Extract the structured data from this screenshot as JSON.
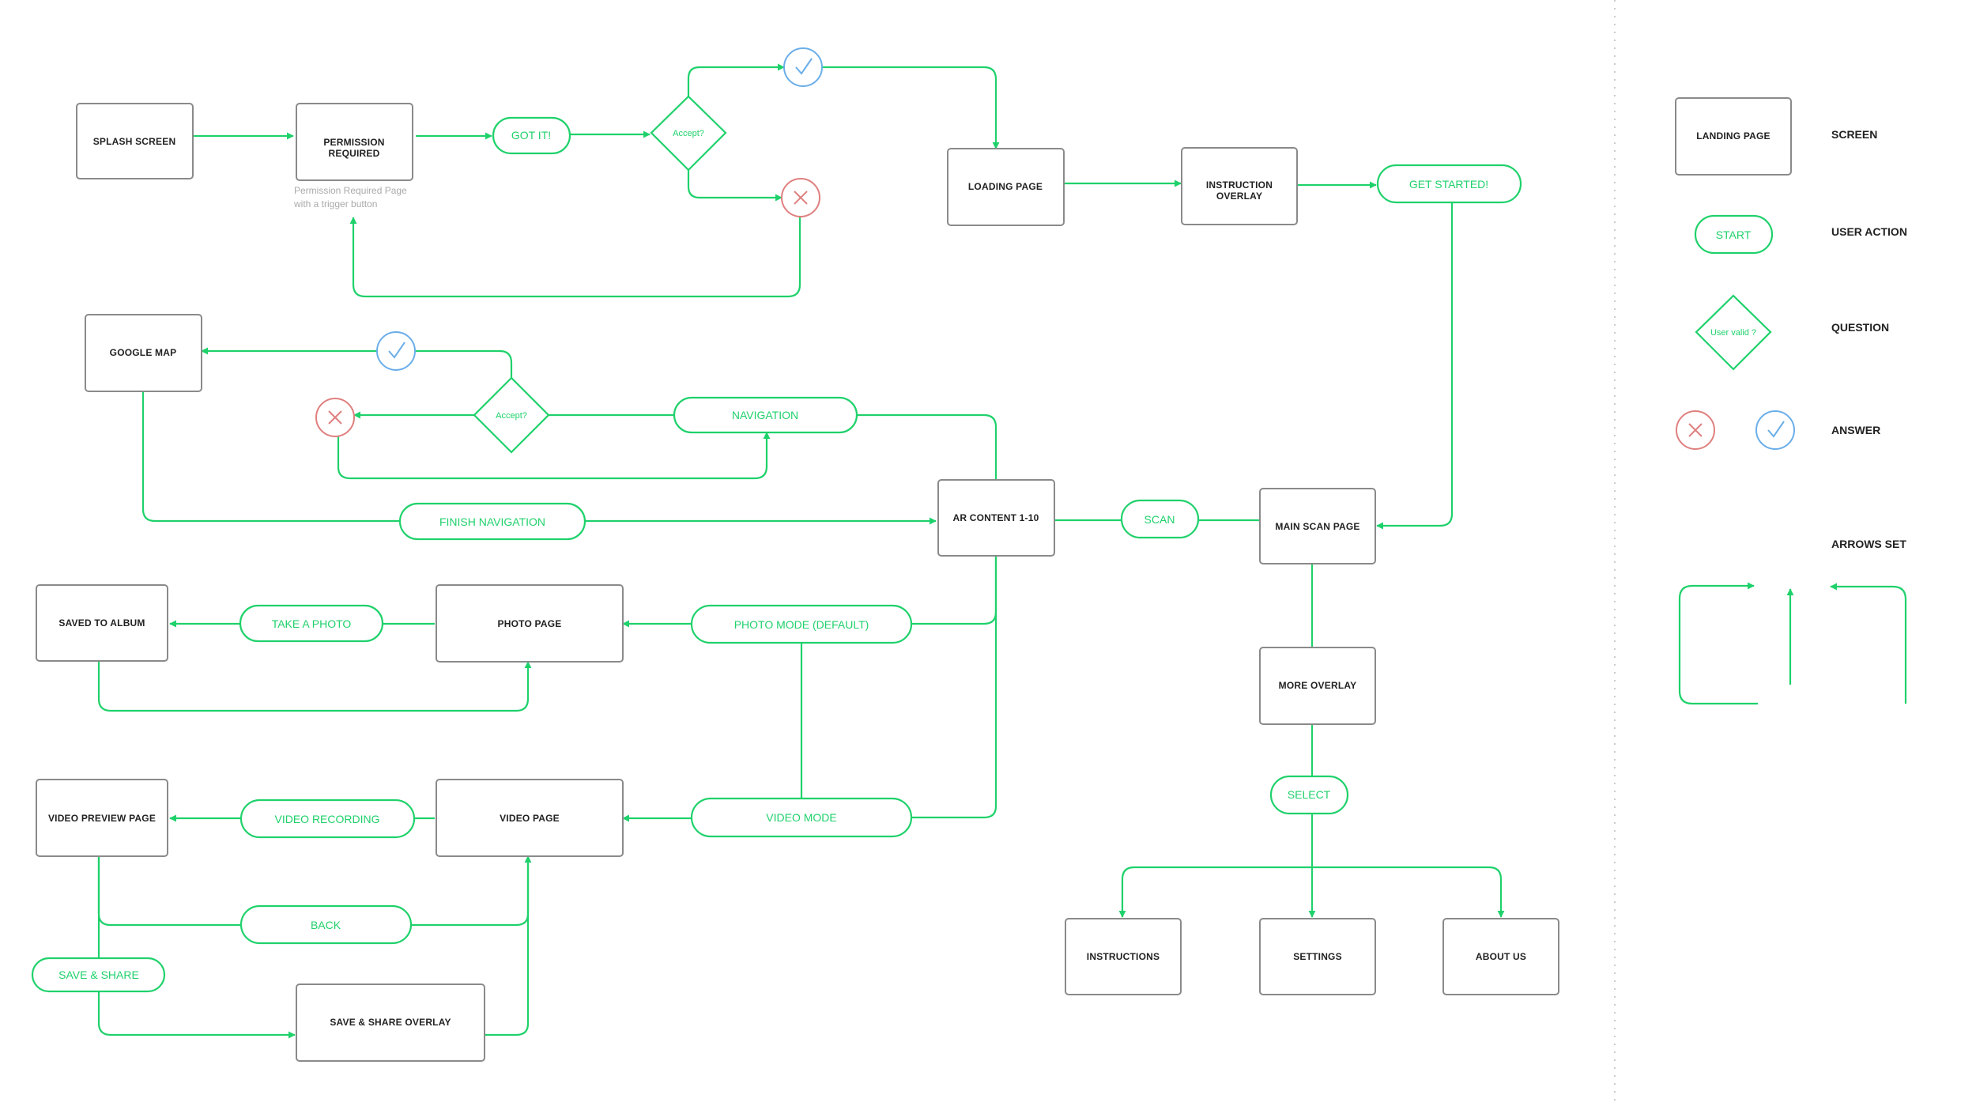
{
  "colors": {
    "green": "#1fd16b",
    "box_border": "#8a8a8a",
    "yes": "#6aaee9",
    "no": "#e07f7f",
    "divider": "#cccccc"
  },
  "screens": {
    "splash": "SPLASH SCREEN",
    "permission_1": "PERMISSION",
    "permission_2": "REQUIRED",
    "loading": "LOADING PAGE",
    "instruction_1": "INSTRUCTION",
    "instruction_2": "OVERLAY",
    "google_map": "GOOGLE MAP",
    "ar_content": "AR CONTENT 1-10",
    "main_scan": "MAIN SCAN PAGE",
    "saved_album": "SAVED TO ALBUM",
    "photo_page": "PHOTO PAGE",
    "more_overlay": "MORE OVERLAY",
    "video_preview": "VIDEO PREVIEW PAGE",
    "video_page": "VIDEO PAGE",
    "save_share_overlay": "SAVE & SHARE OVERLAY",
    "instructions": "INSTRUCTIONS",
    "settings": "SETTINGS",
    "about_us": "ABOUT US"
  },
  "notes": {
    "permission_1": "Permission Required Page",
    "permission_2": "with a trigger button"
  },
  "actions": {
    "got_it": "GOT IT!",
    "get_started": "GET STARTED!",
    "navigation": "NAVIGATION",
    "finish_navigation": "FINISH NAVIGATION",
    "scan": "SCAN",
    "take_photo": "TAKE A PHOTO",
    "photo_mode": "PHOTO MODE (DEFAULT)",
    "video_recording": "VIDEO RECORDING",
    "video_mode": "VIDEO MODE",
    "back": "BACK",
    "save_share": "SAVE & SHARE",
    "select": "SELECT"
  },
  "questions": {
    "accept_1": "Accept?",
    "accept_2": "Accept?"
  },
  "legend": {
    "landing_page": "LANDING PAGE",
    "screen": "SCREEN",
    "start": "START",
    "user_action": "USER ACTION",
    "user_valid": "User valid ?",
    "question": "QUESTION",
    "answer": "ANSWER",
    "arrows_set": "ARROWS SET"
  }
}
